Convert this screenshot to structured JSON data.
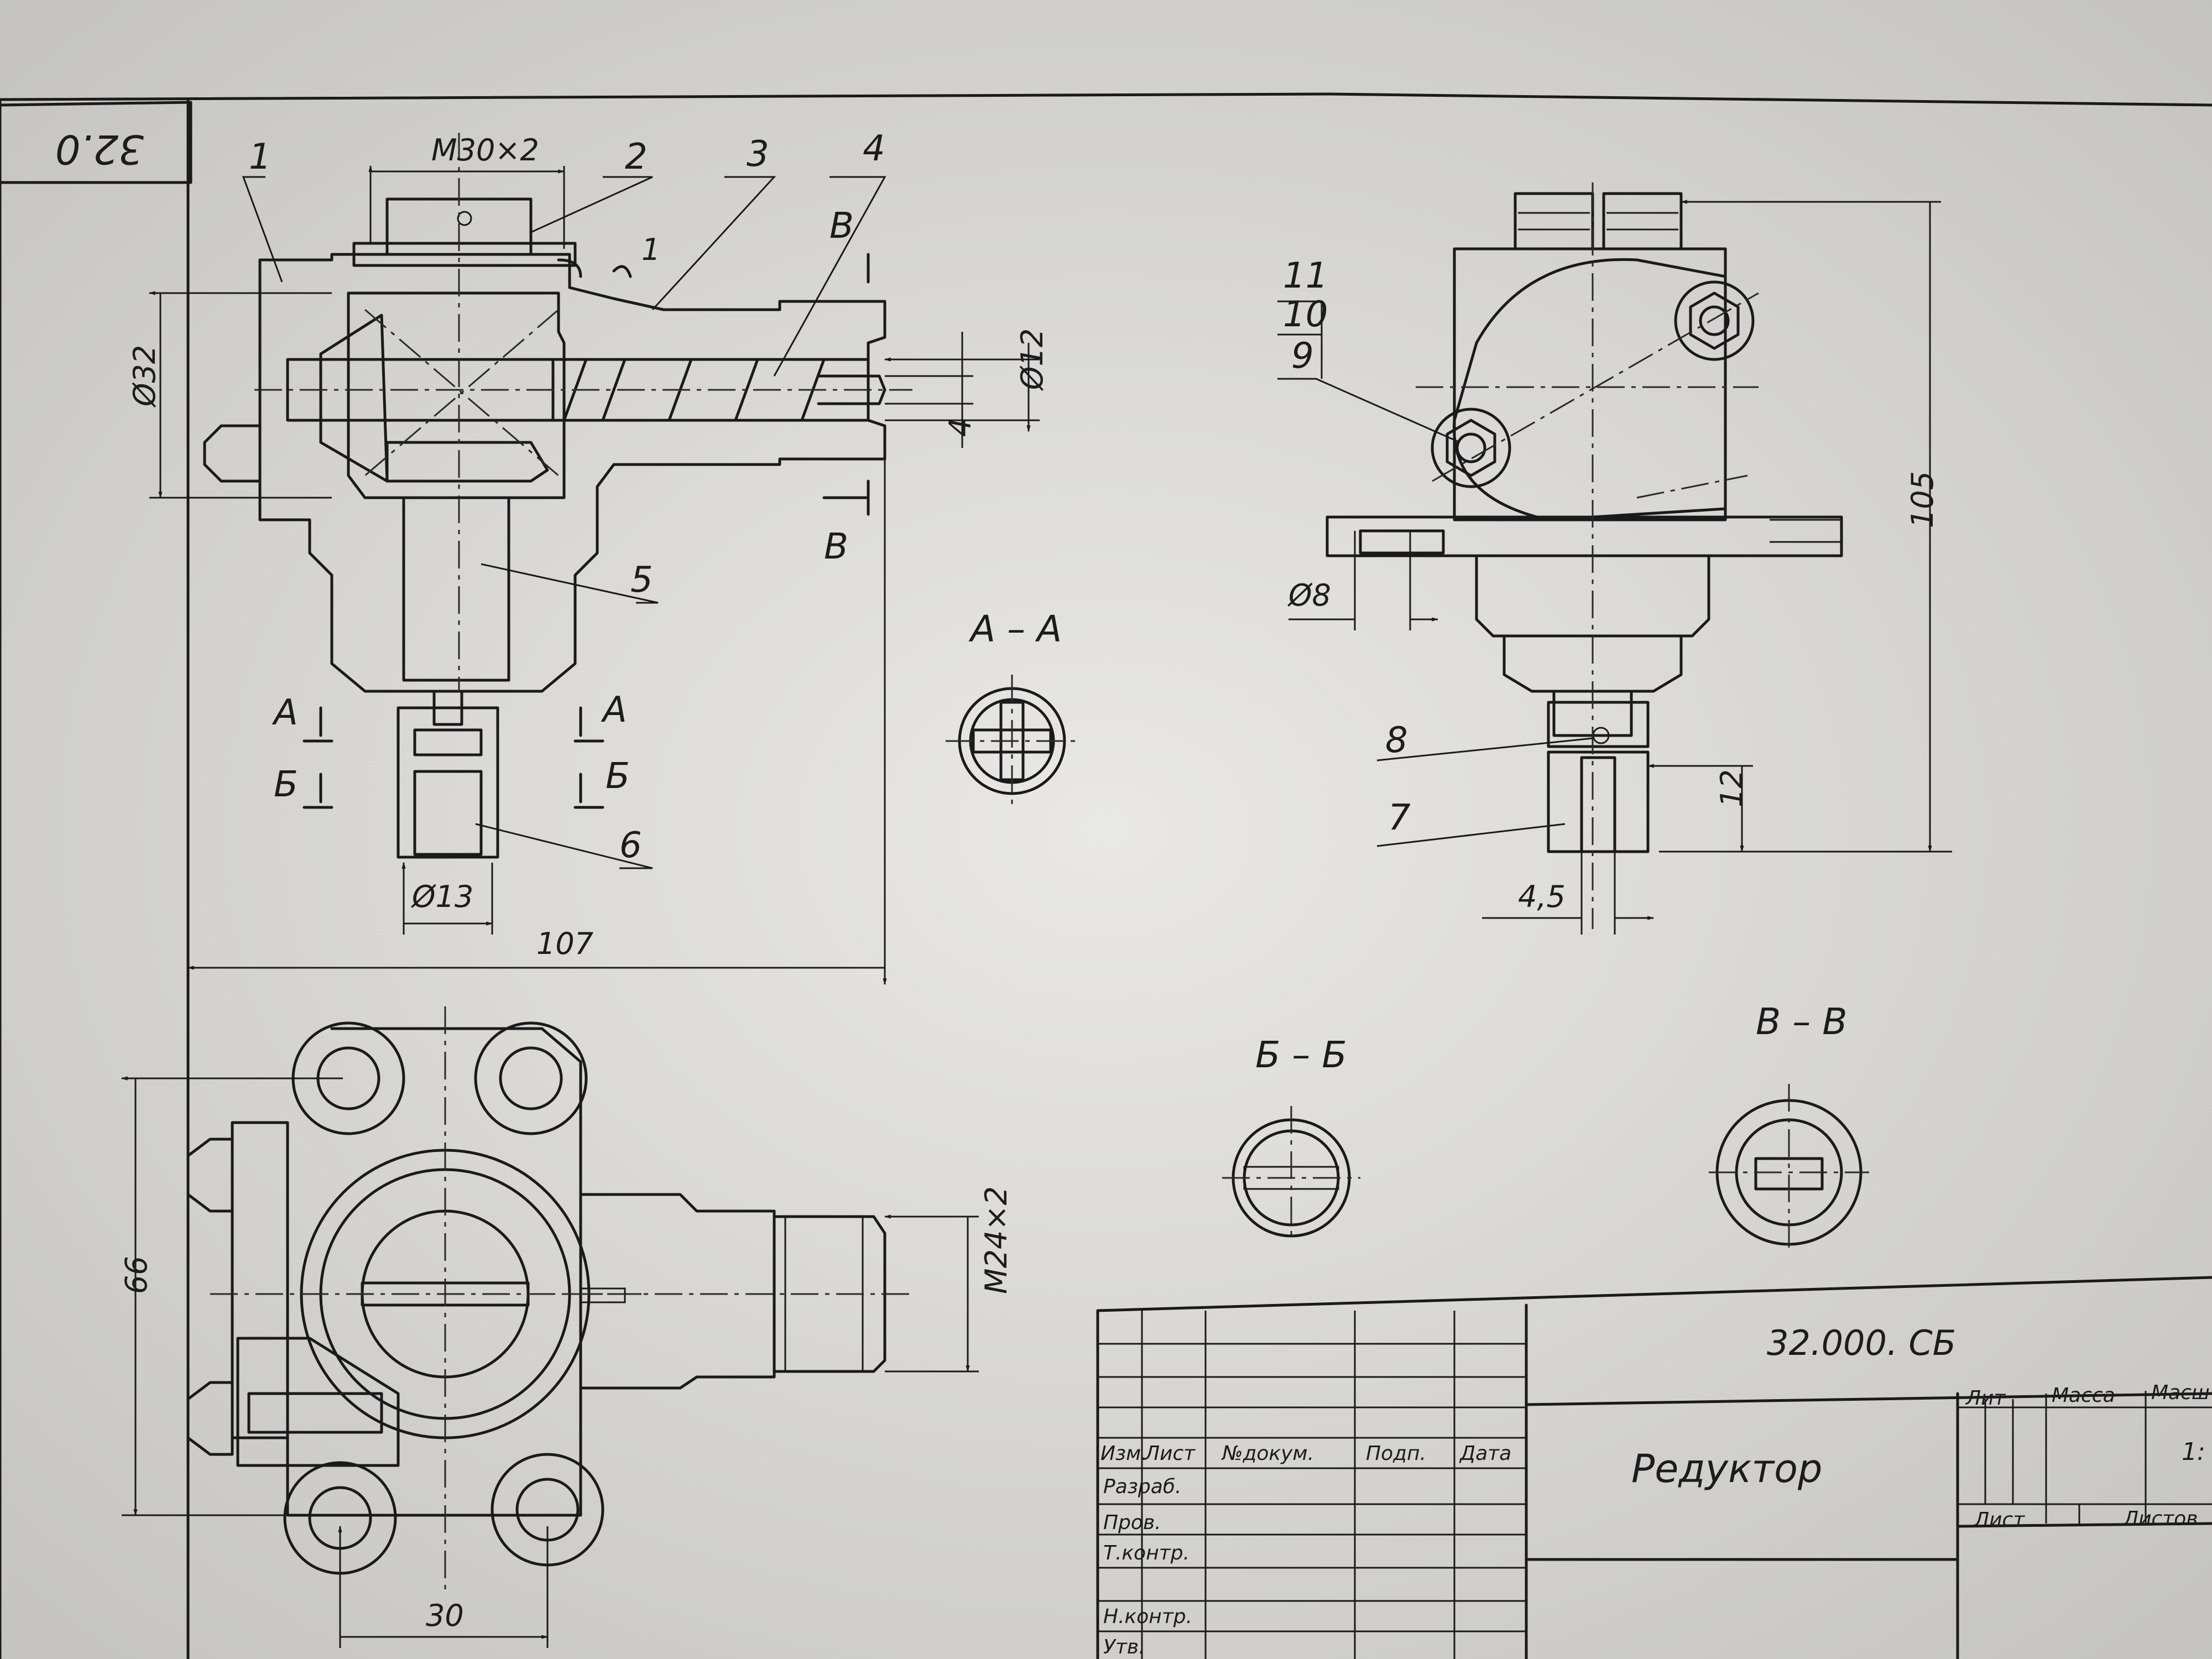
{
  "sheet": {
    "corner_code": "32.0",
    "part_labels": [
      "1",
      "2",
      "3",
      "4",
      "5",
      "6",
      "7",
      "8",
      "9",
      "10",
      "11"
    ],
    "dimensions": {
      "thread_top": "M30×2",
      "dia32": "Ø32",
      "dia12": "Ø12",
      "four": "4",
      "dia13": "Ø13",
      "len107": "107",
      "dia8": "Ø8",
      "h105": "105",
      "h12": "12",
      "w45": "4,5",
      "h66": "66",
      "w30": "30",
      "thread_side": "M24×2",
      "one_mark": "1"
    },
    "section_marks": {
      "aa": "A – A",
      "bb": "Б – Б",
      "vv": "В – В",
      "a": "A",
      "b": "Б",
      "v": "В"
    }
  },
  "title_block": {
    "code": "32.000. СБ",
    "name": "Редуктор",
    "col_headers": [
      "Изм.",
      "Лист",
      "№докум.",
      "Подп.",
      "Дата"
    ],
    "row_labels": [
      "Разраб.",
      "Пров.",
      "Т.контр.",
      "",
      "Н.контр.",
      "Утв."
    ],
    "lit": "Лит",
    "massa": "Масса",
    "masht": "Масш",
    "scale": "1:",
    "list": "Лист",
    "listov": "Листов"
  }
}
